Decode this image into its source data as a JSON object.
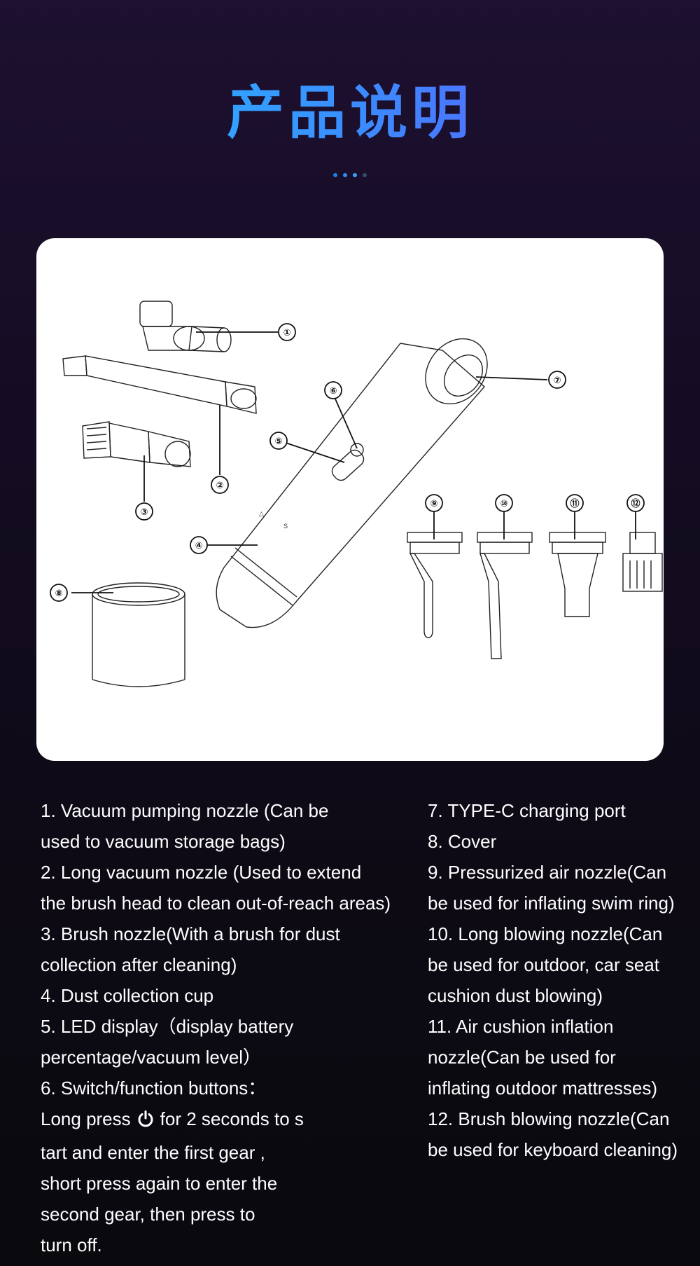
{
  "header": {
    "title": "产品说明",
    "dot_colors": [
      "#1e7de6",
      "#2a8cf0",
      "#3b9bf5",
      "#3a4a6a"
    ]
  },
  "diagram": {
    "callouts": [
      "①",
      "②",
      "③",
      "④",
      "⑤",
      "⑥",
      "⑦",
      "⑧",
      "⑨",
      "⑩",
      "⑪",
      "⑫"
    ]
  },
  "description": {
    "left": [
      "1. Vacuum pumping nozzle (Can be",
      "used to vacuum storage bags)",
      "2. Long vacuum nozzle (Used to extend",
      "the brush head to clean out-of-reach areas)",
      "3. Brush nozzle(With a brush for dust",
      "collection after cleaning)",
      "4. Dust collection cup",
      "5. LED display（display battery",
      "percentage/vacuum level）",
      "6. Switch/function buttons："
    ],
    "press_before": "Long press",
    "press_after": "for 2 seconds to s",
    "left_tail": [
      "tart and enter the first gear ,",
      "short press again to enter the",
      "second gear, then press to",
      "turn off."
    ],
    "right": [
      "7. TYPE-C charging port",
      "8. Cover",
      "9. Pressurized air nozzle(Can",
      "be used for inflating swim ring)",
      "10. Long blowing nozzle(Can",
      "be used for outdoor, car seat",
      "cushion dust blowing)",
      "11. Air cushion inflation",
      "nozzle(Can be used for",
      "inflating outdoor mattresses)",
      "12. Brush blowing nozzle(Can",
      "be used for keyboard cleaning)"
    ]
  }
}
